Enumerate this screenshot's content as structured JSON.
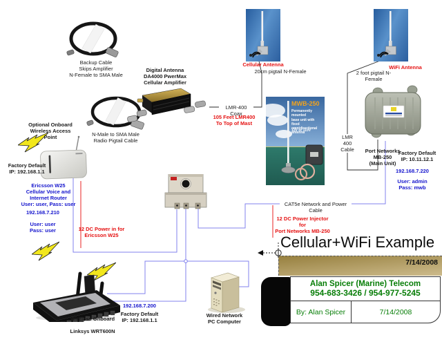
{
  "title": {
    "heading": "Cellular+WiFi Example",
    "banner_date": "7/14/2008"
  },
  "title_block": {
    "company": "Alan Spicer (Marine) Telecom",
    "phones": "954-683-3426 / 954-977-5245",
    "by": "By: Alan Spicer",
    "date": "7/14/2008"
  },
  "diagram": {
    "backup_cable_label": "Backup Cable\nSkips Amplifier\nN-Female to SMA Male",
    "amplifier_label": "Digital Antenna\nDA4000 PwerMax\nCellular Amplifier",
    "pigtail_cable_label": "N-Male to SMA Male\nRadio Pigtail Cable",
    "wap_label": "Optional Onboard\nWireless Access Point",
    "cellular_antenna": {
      "name": "Cellular Antenna",
      "pigtail": "20cm pigtail N-Female"
    },
    "wifi_antenna": {
      "name": "WiFi Antenna",
      "pigtail": "2 foot pigtail N-Female"
    },
    "lmr400_coax": "LMR-400 Coax",
    "lmr400_run": "105 Feet LMR400\nTo Top of Mast",
    "mwb250": {
      "name": "MWB-250",
      "desc": "Permanently mounted\nbase unit with fixed\nomnidirectional\nantenna",
      "power": "12V or 110V"
    },
    "mb250": {
      "lmr_cable": "LMR 400\nCable",
      "name": "Port Networks\nMB-250\n(Main Unit)",
      "factory": "Factory Default\nIP: 10.11.12.1",
      "ip": "192.168.7.220",
      "creds": "User: admin\nPass: mwb"
    },
    "w25": {
      "factory": "Factory Default\nIP: 192.168.1.1",
      "desc": "Ericsson W25\nCellular Voice and\nInternet Router\nUser: user, Pass: user",
      "ip": "192.168.7.210",
      "creds": "User: user\nPass: user",
      "power": "12 DC Power in for\nEricsson W25"
    },
    "cat5e_label": "CAT5e Network and Power Cable",
    "injector_label": "12 DC Power Injector\nfor\nPort Networks MB-250",
    "linksys": {
      "ip": "192.168.7.200",
      "factory": "Factory Default\nIP: 192.168.1.1",
      "line1": "Wireless Onboard",
      "line2": "Linksys WRT600N"
    },
    "pc_label": "Wired Network\nPC Computer"
  },
  "colors": {
    "wire_blue": "#8080ee",
    "wire_red": "#e82222",
    "wire_black": "#2a2a2a",
    "text_blue": "#1414cd",
    "text_red": "#e51212",
    "text_green": "#067d06",
    "banner_tan": "#b49a62"
  }
}
